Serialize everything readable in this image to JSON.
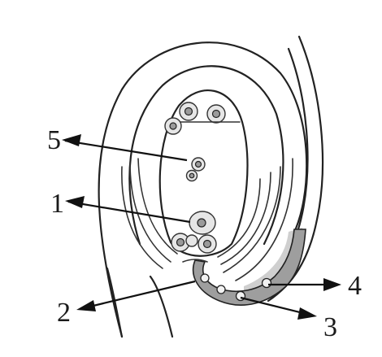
{
  "diagram": {
    "labels": [
      {
        "id": "label-5",
        "text": "5"
      },
      {
        "id": "label-1",
        "text": "1"
      },
      {
        "id": "label-2",
        "text": "2"
      },
      {
        "id": "label-4",
        "text": "4"
      },
      {
        "id": "label-3",
        "text": "3"
      }
    ]
  }
}
